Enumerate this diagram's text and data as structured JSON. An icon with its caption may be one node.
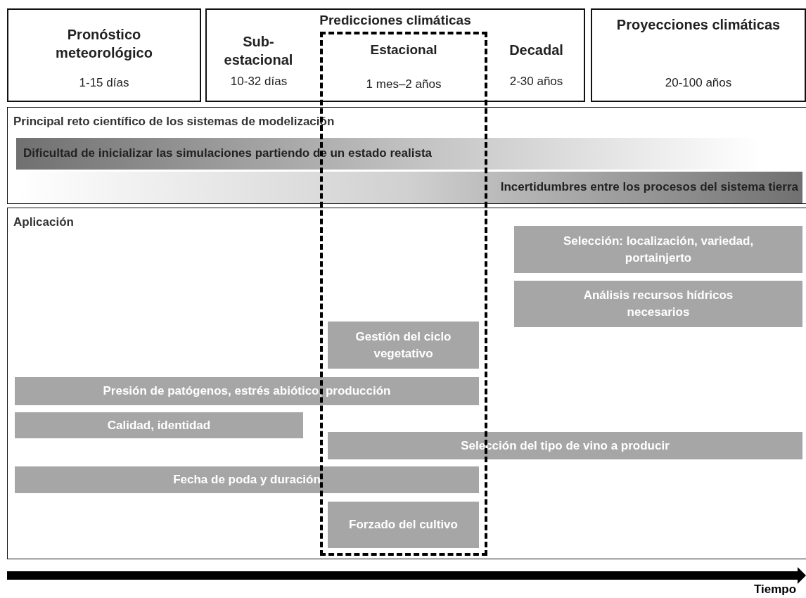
{
  "diagram": {
    "nodes": [
      {
        "text": [
          "Pronóstico meteorológico",
          "1-15 días"
        ]
      },
      {
        "text": [
          "Predicciones climáticas"
        ]
      },
      {
        "text": [
          "Proyecciones climáticas",
          "20-100 años"
        ]
      },
      {
        "text": [
          "Principal reto científico de los sistemas de modelización"
        ]
      },
      {
        "text": [
          "Dificultad de inicializar las simulaciones partiendo de un estado realista"
        ],
        "in": 3
      },
      {
        "text": [
          "Incertidumbres entre los procesos del sistema tierra"
        ],
        "in": 3
      },
      {
        "text": [
          "Aplicación"
        ]
      },
      {
        "text": [
          "Selección: localización, variedad, portainjerto"
        ],
        "in": 6
      },
      {
        "text": [
          "Análisis recursos hídricos necesarios"
        ],
        "in": 6
      },
      {
        "text": [
          "Gestión del ciclo vegetativo"
        ],
        "in": 6
      },
      {
        "text": [
          "Presión de patógenos, estrés abiótico, producción"
        ],
        "in": 6
      },
      {
        "text": [
          "Calidad, identidad"
        ],
        "in": 6
      },
      {
        "text": [
          "Selección del tipo de vino a producir"
        ],
        "in": 6
      },
      {
        "text": [
          "Fecha de poda y duración"
        ],
        "in": 6
      },
      {
        "text": [
          "Forzado del cultivo"
        ],
        "in": 6
      }
    ],
    "edges": [],
    "labels": [
      "Sub-estacional",
      "Estacional",
      "Decadal",
      "10-32 días",
      "1 mes–2 años",
      "2-30 años",
      "Tiempo"
    ]
  }
}
